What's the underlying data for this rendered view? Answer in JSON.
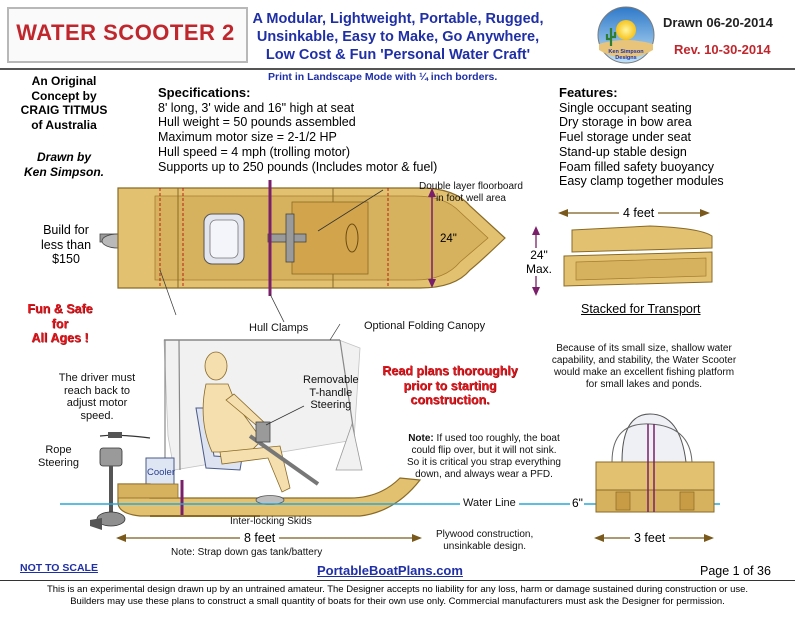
{
  "header": {
    "title": "WATER SCOOTER 2",
    "tagline": [
      "A Modular, Lightweight, Portable, Rugged,",
      "Unsinkable, Easy to Make, Go Anywhere,",
      "Low Cost & Fun 'Personal Water Craft'"
    ],
    "logo_text": [
      "Ken Simpson",
      "Designs"
    ],
    "drawn_date": "Drawn 06-20-2014",
    "revision": "Rev. 10-30-2014",
    "print_note": "Print in Landscape Mode with ¼ inch borders."
  },
  "credits": {
    "concept": [
      "An Original",
      "Concept by",
      "CRAIG TITMUS",
      "of Australia"
    ],
    "drawn_by": [
      "Drawn by",
      "Ken Simpson."
    ]
  },
  "specifications": {
    "heading": "Specifications:",
    "items": [
      "8' long, 3' wide and 16\" high at seat",
      "Hull weight = 50 pounds assembled",
      "Maximum motor size = 2-1/2 HP",
      "Hull speed = 4 mph (trolling motor)",
      "Supports up to 250 pounds (Includes motor & fuel)"
    ]
  },
  "features": {
    "heading": "Features:",
    "items": [
      "Single occupant seating",
      "Dry storage in bow area",
      "Fuel storage under seat",
      "Stand-up stable design",
      "Foam filled safety buoyancy",
      "Easy clamp together modules"
    ]
  },
  "labels": {
    "build_for": [
      "Build for",
      "less than",
      "$150"
    ],
    "floorboard": [
      "Double layer floorboard",
      "in foot well area"
    ],
    "width_24": "24\"",
    "hull_clamps": "Hull Clamps",
    "canopy": "Optional Folding Canopy",
    "four_feet": "4 feet",
    "stack_height": [
      "24\"",
      "Max."
    ],
    "stacked": "Stacked for Transport",
    "fun_safe": [
      "Fun & Safe",
      "for",
      "All Ages !"
    ],
    "driver_note": [
      "The driver must",
      "reach back to",
      "adjust motor",
      "speed."
    ],
    "rope": [
      "Rope",
      "Steering"
    ],
    "cooler": "Cooler",
    "t_handle": [
      "Removable",
      "T-handle",
      "Steering"
    ],
    "read_plans": [
      "Read plans thoroughly",
      "prior to starting",
      "construction."
    ],
    "fishing": [
      "Because of its small size, shallow water",
      "capability, and stability, the Water Scooter",
      "would make an excellent fishing platform",
      "for small lakes and ponds."
    ],
    "note_bold": "Note:",
    "note": [
      " If used too roughly, the boat",
      "could flip over, but it will not sink.",
      "So it is critical you strap everything",
      "down, and always wear a PFD."
    ],
    "water_line": "Water Line",
    "six_in": "6\"",
    "skids": "Inter-locking Skids",
    "eight_feet": "8 feet",
    "strap": "Note: Strap down gas tank/battery",
    "plywood": [
      "Plywood construction,",
      "unsinkable design."
    ],
    "three_feet": "3 feet"
  },
  "footer": {
    "not_to_scale": "NOT TO SCALE",
    "url": "PortableBoatPlans.com",
    "page": "Page 1 of  36",
    "disclaimer": [
      "This is an experimental design drawn up by an untrained amateur. The Designer accepts no liability for any loss, harm or damage sustained during construction or use.",
      "Builders may use these plans to construct a small quantity of boats for their own use only.  Commercial manufacturers must ask the Designer for permission."
    ]
  },
  "colors": {
    "title_red": "#c0272d",
    "blue": "#1f2fa6",
    "wood": "#e2c271",
    "wood_dark": "#c89c44",
    "magenta": "#7a1f6a",
    "water": "#2aa7d6"
  }
}
